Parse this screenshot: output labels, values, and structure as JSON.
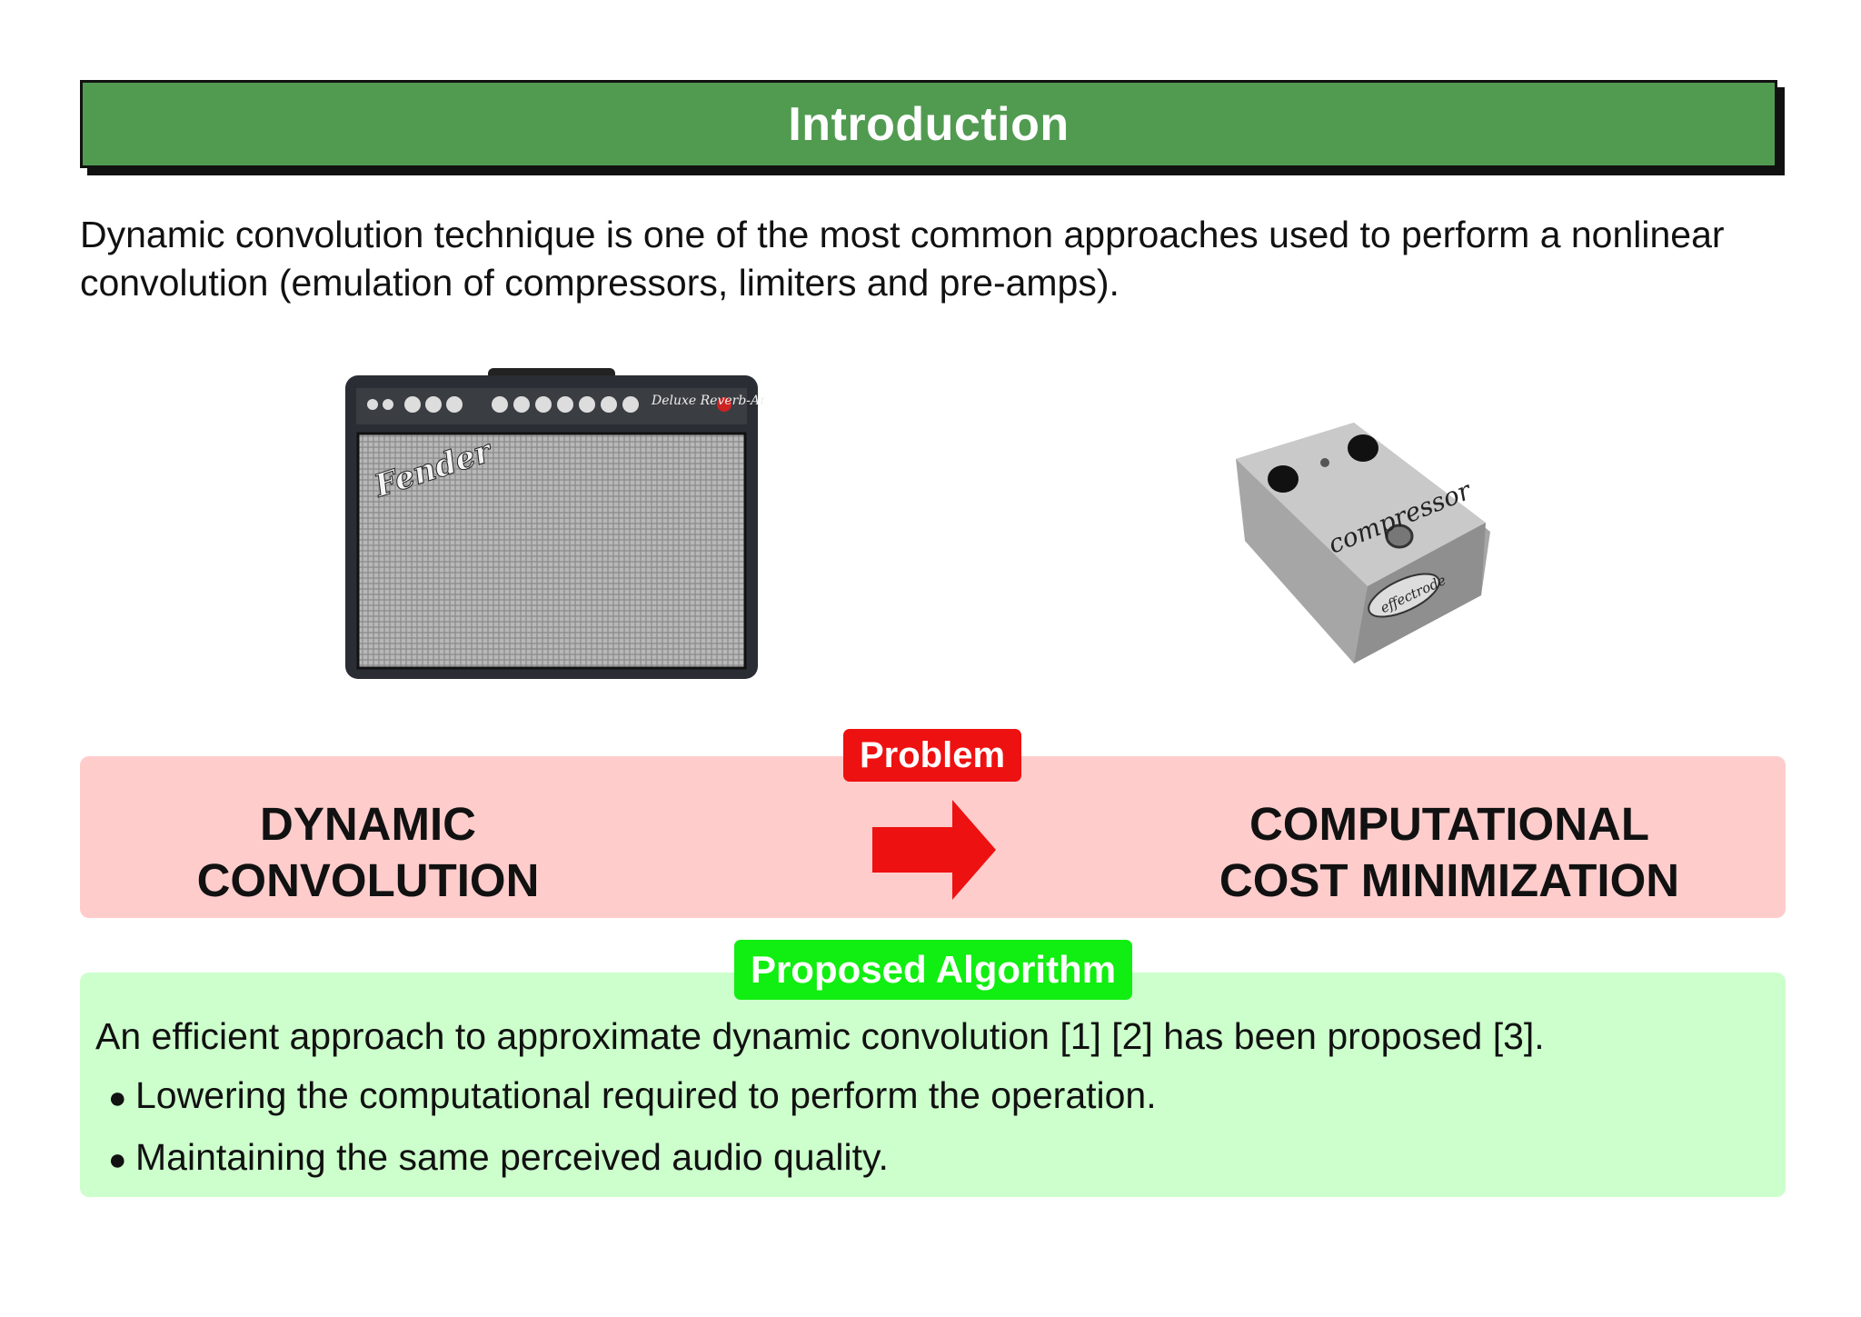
{
  "title": "Introduction",
  "intro_text": "Dynamic convolution technique is one of the most common approaches used to perform a nonlinear convolution (emulation of compressors, limiters and pre-amps).",
  "images": {
    "amp": {
      "brand": "Fender",
      "model": "Deluxe Reverb-Amp"
    },
    "pedal": {
      "label": "compressor",
      "brand": "effectrode"
    }
  },
  "problem": {
    "tag": "Problem",
    "left_line1": "DYNAMIC",
    "left_line2": "CONVOLUTION",
    "right_line1": "COMPUTATIONAL",
    "right_line2": "COST MINIMIZATION"
  },
  "algorithm": {
    "tag": "Proposed Algorithm",
    "lead": "An efficient approach to approximate dynamic convolution [1] [2] has been proposed [3].",
    "bullets": [
      "Lowering the computational required to perform the operation.",
      "Maintaining the same perceived audio quality."
    ]
  },
  "colors": {
    "title_bar": "#519b51",
    "problem_bg": "#ffcccc",
    "problem_tag": "#ee1111",
    "algo_bg": "#ccffcc",
    "algo_tag": "#11ee11",
    "arrow": "#ee1111"
  }
}
